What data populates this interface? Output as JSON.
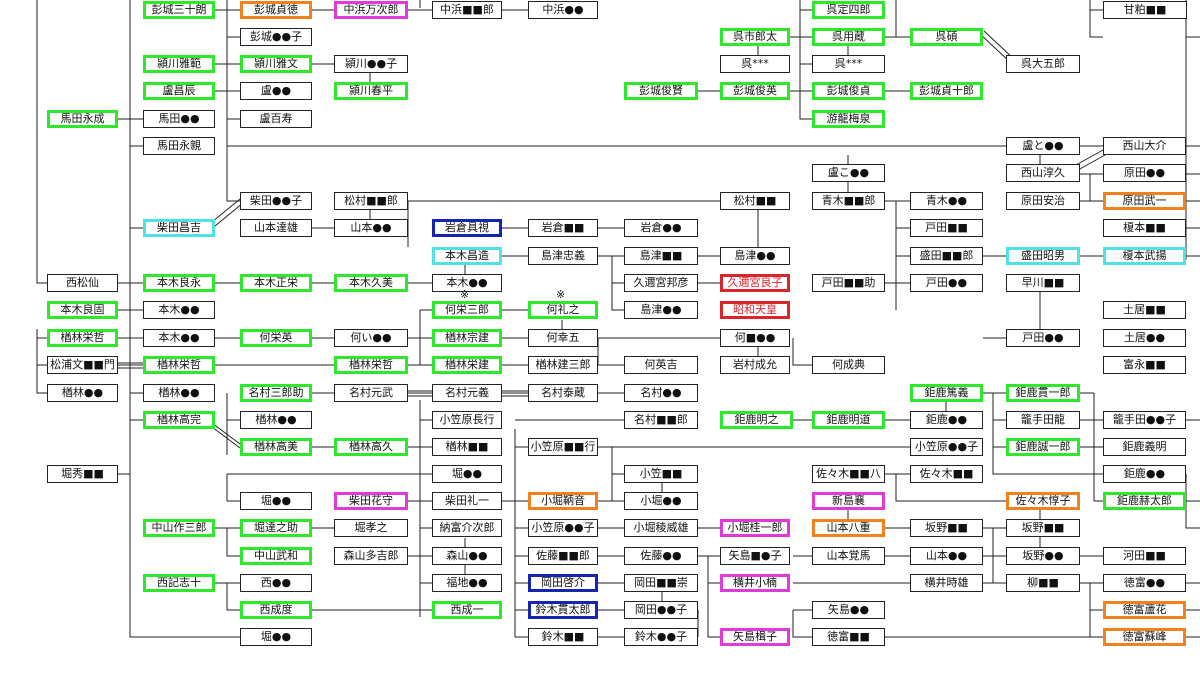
{
  "nodes": [
    {
      "id": "n1",
      "label": "彭城三十朗",
      "style": "green"
    },
    {
      "id": "n2",
      "label": "彭城貞徳",
      "style": "orange"
    },
    {
      "id": "n3",
      "label": "中浜万次郎",
      "style": "magenta"
    },
    {
      "id": "n4",
      "label": "中浜■■郎",
      "style": "plain"
    },
    {
      "id": "n5",
      "label": "中浜●●",
      "style": "plain"
    },
    {
      "id": "n6",
      "label": "呉定四郎",
      "style": "green"
    },
    {
      "id": "n7",
      "label": "甘粕■■",
      "style": "plain"
    },
    {
      "id": "n8",
      "label": "彭城●●子",
      "style": "plain"
    },
    {
      "id": "n9",
      "label": "呉市郎太",
      "style": "green"
    },
    {
      "id": "n10",
      "label": "呉用蔵",
      "style": "green"
    },
    {
      "id": "n11",
      "label": "呉碩",
      "style": "green"
    },
    {
      "id": "n12",
      "label": "潁川雅範",
      "style": "green"
    },
    {
      "id": "n13",
      "label": "潁川雅文",
      "style": "green"
    },
    {
      "id": "n14",
      "label": "潁川●●子",
      "style": "plain"
    },
    {
      "id": "n15",
      "label": "呉***",
      "style": "plain"
    },
    {
      "id": "n16",
      "label": "呉***",
      "style": "plain"
    },
    {
      "id": "n17",
      "label": "呉大五郎",
      "style": "plain"
    },
    {
      "id": "n18",
      "label": "盧昌辰",
      "style": "green"
    },
    {
      "id": "n19",
      "label": "盧●●",
      "style": "plain"
    },
    {
      "id": "n20",
      "label": "潁川春平",
      "style": "green"
    },
    {
      "id": "n21",
      "label": "彭城俊賢",
      "style": "green"
    },
    {
      "id": "n22",
      "label": "彭城俊英",
      "style": "green"
    },
    {
      "id": "n23",
      "label": "彭城俊貞",
      "style": "green"
    },
    {
      "id": "n24",
      "label": "彭城貞十郎",
      "style": "green"
    },
    {
      "id": "n25",
      "label": "馬田永成",
      "style": "green"
    },
    {
      "id": "n26",
      "label": "馬田●●",
      "style": "plain"
    },
    {
      "id": "n27",
      "label": "盧百寿",
      "style": "plain"
    },
    {
      "id": "n28",
      "label": "游龍梅泉",
      "style": "green"
    },
    {
      "id": "n29",
      "label": "馬田永親",
      "style": "plain"
    },
    {
      "id": "n30",
      "label": "盧と●●",
      "style": "plain"
    },
    {
      "id": "n31",
      "label": "西山大介",
      "style": "plain"
    },
    {
      "id": "n32",
      "label": "西山淳久",
      "style": "plain"
    },
    {
      "id": "n33",
      "label": "原田●●",
      "style": "plain"
    },
    {
      "id": "n34",
      "label": "盧こ●●",
      "style": "plain"
    },
    {
      "id": "n35",
      "label": "柴田●●子",
      "style": "plain"
    },
    {
      "id": "n36",
      "label": "松村■■郎",
      "style": "plain"
    },
    {
      "id": "n37",
      "label": "松村■■",
      "style": "plain"
    },
    {
      "id": "n38",
      "label": "青木■■郎",
      "style": "plain"
    },
    {
      "id": "n39",
      "label": "青木●●",
      "style": "plain"
    },
    {
      "id": "n40",
      "label": "原田安治",
      "style": "plain"
    },
    {
      "id": "n41",
      "label": "原田武一",
      "style": "orange"
    },
    {
      "id": "n42",
      "label": "柴田昌吉",
      "style": "cyan"
    },
    {
      "id": "n43",
      "label": "山本達雄",
      "style": "plain"
    },
    {
      "id": "n44",
      "label": "山本●●",
      "style": "plain"
    },
    {
      "id": "n45",
      "label": "岩倉具視",
      "style": "blue"
    },
    {
      "id": "n46",
      "label": "岩倉■■",
      "style": "plain"
    },
    {
      "id": "n47",
      "label": "岩倉●●",
      "style": "plain"
    },
    {
      "id": "n48",
      "label": "戸田■■",
      "style": "plain"
    },
    {
      "id": "n49",
      "label": "榎本■■",
      "style": "plain"
    },
    {
      "id": "n50",
      "label": "本木昌造",
      "style": "cyan"
    },
    {
      "id": "n51",
      "label": "島津忠義",
      "style": "plain"
    },
    {
      "id": "n52",
      "label": "島津■■",
      "style": "plain"
    },
    {
      "id": "n53",
      "label": "島津●●",
      "style": "plain"
    },
    {
      "id": "n54",
      "label": "盛田■■郎",
      "style": "plain"
    },
    {
      "id": "n55",
      "label": "盛田昭男",
      "style": "cyan"
    },
    {
      "id": "n56",
      "label": "榎本武揚",
      "style": "cyan"
    },
    {
      "id": "n57",
      "label": "西松仙",
      "style": "plain"
    },
    {
      "id": "n58",
      "label": "本木良永",
      "style": "green"
    },
    {
      "id": "n59",
      "label": "本木正栄",
      "style": "green"
    },
    {
      "id": "n60",
      "label": "本木久美",
      "style": "green"
    },
    {
      "id": "n61",
      "label": "本木●●",
      "style": "plain"
    },
    {
      "id": "n62",
      "label": "久邇宮邦彦",
      "style": "plain"
    },
    {
      "id": "n63",
      "label": "久邇宮良子",
      "style": "red"
    },
    {
      "id": "n64",
      "label": "戸田■■助",
      "style": "plain"
    },
    {
      "id": "n65",
      "label": "戸田●●",
      "style": "plain"
    },
    {
      "id": "n66",
      "label": "早川■■",
      "style": "plain"
    },
    {
      "id": "n67",
      "label": "本木良固",
      "style": "green"
    },
    {
      "id": "n68",
      "label": "本木●●",
      "style": "plain"
    },
    {
      "id": "n69",
      "label": "何栄三郎",
      "style": "green"
    },
    {
      "id": "n70",
      "label": "何礼之",
      "style": "green"
    },
    {
      "id": "n71",
      "label": "島津●●",
      "style": "plain"
    },
    {
      "id": "n72",
      "label": "昭和天皇",
      "style": "red"
    },
    {
      "id": "n73",
      "label": "土居■■",
      "style": "plain"
    },
    {
      "id": "n74",
      "label": "楢林栄哲",
      "style": "green"
    },
    {
      "id": "n75",
      "label": "本木●●",
      "style": "plain"
    },
    {
      "id": "n76",
      "label": "何栄英",
      "style": "green"
    },
    {
      "id": "n77",
      "label": "何い●●",
      "style": "plain"
    },
    {
      "id": "n78",
      "label": "楢林宗建",
      "style": "green"
    },
    {
      "id": "n79",
      "label": "何幸五",
      "style": "plain"
    },
    {
      "id": "n80",
      "label": "何■●●",
      "style": "plain"
    },
    {
      "id": "n81",
      "label": "戸田●●",
      "style": "plain"
    },
    {
      "id": "n82",
      "label": "土居●●",
      "style": "plain"
    },
    {
      "id": "n83",
      "label": "松浦文■■門",
      "style": "plain"
    },
    {
      "id": "n84",
      "label": "楢林栄哲",
      "style": "green"
    },
    {
      "id": "n85",
      "label": "楢林栄哲",
      "style": "green"
    },
    {
      "id": "n86",
      "label": "楢林栄建",
      "style": "green"
    },
    {
      "id": "n87",
      "label": "楢林建三郎",
      "style": "plain"
    },
    {
      "id": "n88",
      "label": "何英吉",
      "style": "plain"
    },
    {
      "id": "n89",
      "label": "岩村成允",
      "style": "plain"
    },
    {
      "id": "n90",
      "label": "何成典",
      "style": "plain"
    },
    {
      "id": "n91",
      "label": "富永■■",
      "style": "plain"
    },
    {
      "id": "n92",
      "label": "楢林●●",
      "style": "plain"
    },
    {
      "id": "n93",
      "label": "楢林●●",
      "style": "plain"
    },
    {
      "id": "n94",
      "label": "名村三郎助",
      "style": "green"
    },
    {
      "id": "n95",
      "label": "名村元武",
      "style": "plain"
    },
    {
      "id": "n96",
      "label": "名村元義",
      "style": "plain"
    },
    {
      "id": "n97",
      "label": "名村泰蔵",
      "style": "plain"
    },
    {
      "id": "n98",
      "label": "名村●●",
      "style": "plain"
    },
    {
      "id": "n99",
      "label": "鉅鹿篤義",
      "style": "green"
    },
    {
      "id": "n100",
      "label": "鉅鹿貫一郎",
      "style": "green"
    },
    {
      "id": "n101",
      "label": "楢林高完",
      "style": "green"
    },
    {
      "id": "n102",
      "label": "楢林●●",
      "style": "plain"
    },
    {
      "id": "n103",
      "label": "小笠原長行",
      "style": "plain"
    },
    {
      "id": "n104",
      "label": "名村■■郎",
      "style": "plain"
    },
    {
      "id": "n105",
      "label": "鉅鹿明之",
      "style": "green"
    },
    {
      "id": "n106",
      "label": "鉅鹿明道",
      "style": "green"
    },
    {
      "id": "n107",
      "label": "鉅鹿●●",
      "style": "plain"
    },
    {
      "id": "n108",
      "label": "籠手田龍",
      "style": "plain"
    },
    {
      "id": "n109",
      "label": "籠手田●●子",
      "style": "plain"
    },
    {
      "id": "n110",
      "label": "楢林高美",
      "style": "green"
    },
    {
      "id": "n111",
      "label": "楢林高久",
      "style": "green"
    },
    {
      "id": "n112",
      "label": "楢林■■",
      "style": "plain"
    },
    {
      "id": "n113",
      "label": "小笠原■■行",
      "style": "plain"
    },
    {
      "id": "n114",
      "label": "小笠原●●子",
      "style": "plain"
    },
    {
      "id": "n115",
      "label": "鉅鹿誠一郎",
      "style": "green"
    },
    {
      "id": "n116",
      "label": "鉅鹿義明",
      "style": "plain"
    },
    {
      "id": "n117",
      "label": "堀秀■■",
      "style": "plain"
    },
    {
      "id": "n118",
      "label": "堀●●",
      "style": "plain"
    },
    {
      "id": "n119",
      "label": "小笠■■",
      "style": "plain"
    },
    {
      "id": "n120",
      "label": "佐々木■■八",
      "style": "plain"
    },
    {
      "id": "n121",
      "label": "佐々木■■",
      "style": "plain"
    },
    {
      "id": "n122",
      "label": "鉅鹿●●",
      "style": "plain"
    },
    {
      "id": "n123",
      "label": "堀●●",
      "style": "plain"
    },
    {
      "id": "n124",
      "label": "柴田花守",
      "style": "magenta"
    },
    {
      "id": "n125",
      "label": "柴田礼一",
      "style": "plain"
    },
    {
      "id": "n126",
      "label": "小堀鞆音",
      "style": "orange"
    },
    {
      "id": "n127",
      "label": "小堀●●",
      "style": "plain"
    },
    {
      "id": "n128",
      "label": "新島襄",
      "style": "magenta"
    },
    {
      "id": "n129",
      "label": "佐々木惇子",
      "style": "orange"
    },
    {
      "id": "n130",
      "label": "鉅鹿赫太郎",
      "style": "green"
    },
    {
      "id": "n131",
      "label": "中山作三郎",
      "style": "green"
    },
    {
      "id": "n132",
      "label": "堀達之助",
      "style": "green"
    },
    {
      "id": "n133",
      "label": "堀孝之",
      "style": "plain"
    },
    {
      "id": "n134",
      "label": "納富介次郎",
      "style": "plain"
    },
    {
      "id": "n135",
      "label": "小笠原●●子",
      "style": "plain"
    },
    {
      "id": "n136",
      "label": "小堀稜威雄",
      "style": "plain"
    },
    {
      "id": "n137",
      "label": "小堀桂一郎",
      "style": "magenta"
    },
    {
      "id": "n138",
      "label": "山本八重",
      "style": "orange"
    },
    {
      "id": "n139",
      "label": "坂野■■",
      "style": "plain"
    },
    {
      "id": "n140",
      "label": "坂野■■",
      "style": "plain"
    },
    {
      "id": "n141",
      "label": "中山武和",
      "style": "green"
    },
    {
      "id": "n142",
      "label": "森山多吉郎",
      "style": "plain"
    },
    {
      "id": "n143",
      "label": "森山●●",
      "style": "plain"
    },
    {
      "id": "n144",
      "label": "佐藤■■郎",
      "style": "plain"
    },
    {
      "id": "n145",
      "label": "佐藤●●",
      "style": "plain"
    },
    {
      "id": "n146",
      "label": "矢島■●子",
      "style": "plain"
    },
    {
      "id": "n147",
      "label": "山本覚馬",
      "style": "plain"
    },
    {
      "id": "n148",
      "label": "山本●●",
      "style": "plain"
    },
    {
      "id": "n149",
      "label": "坂野●●",
      "style": "plain"
    },
    {
      "id": "n150",
      "label": "河田■■",
      "style": "plain"
    },
    {
      "id": "n151",
      "label": "西記志十",
      "style": "green"
    },
    {
      "id": "n152",
      "label": "西●●",
      "style": "plain"
    },
    {
      "id": "n153",
      "label": "福地●●",
      "style": "plain"
    },
    {
      "id": "n154",
      "label": "岡田啓介",
      "style": "blue"
    },
    {
      "id": "n155",
      "label": "岡田■■崇",
      "style": "plain"
    },
    {
      "id": "n156",
      "label": "横井小楠",
      "style": "magenta"
    },
    {
      "id": "n157",
      "label": "横井時雄",
      "style": "plain"
    },
    {
      "id": "n158",
      "label": "柳■■",
      "style": "plain"
    },
    {
      "id": "n159",
      "label": "徳富●●",
      "style": "plain"
    },
    {
      "id": "n160",
      "label": "西成度",
      "style": "green"
    },
    {
      "id": "n161",
      "label": "西成一",
      "style": "green"
    },
    {
      "id": "n162",
      "label": "鈴木貫太郎",
      "style": "blue"
    },
    {
      "id": "n163",
      "label": "岡田●●子",
      "style": "plain"
    },
    {
      "id": "n164",
      "label": "矢島●●",
      "style": "plain"
    },
    {
      "id": "n165",
      "label": "徳富蘆花",
      "style": "orange"
    },
    {
      "id": "n166",
      "label": "堀●●",
      "style": "plain"
    },
    {
      "id": "n167",
      "label": "鈴木■■",
      "style": "plain"
    },
    {
      "id": "n168",
      "label": "鈴木●●子",
      "style": "plain"
    },
    {
      "id": "n169",
      "label": "矢島楫子",
      "style": "magenta"
    },
    {
      "id": "n170",
      "label": "徳富■■",
      "style": "plain"
    },
    {
      "id": "n171",
      "label": "徳富蘇峰",
      "style": "orange"
    }
  ],
  "marks": [
    {
      "id": "m1",
      "text": "※"
    },
    {
      "id": "m2",
      "text": "※"
    }
  ]
}
